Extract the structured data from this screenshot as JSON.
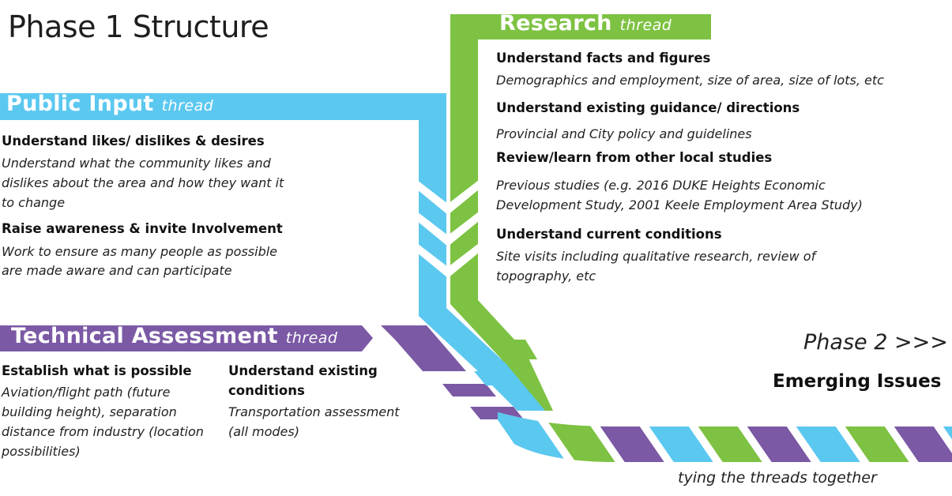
{
  "title": "Phase 1 Structure",
  "colors": {
    "public": "#5bc8f0",
    "research": "#7dc242",
    "technical": "#7b59a5"
  },
  "threads": {
    "research": {
      "name": "Research",
      "word": "thread",
      "items": [
        {
          "heading": "Understand facts and figures",
          "desc": [
            "Demographics and employment, size of area, size of lots, etc"
          ]
        },
        {
          "heading": "Understand existing guidance/ directions",
          "desc": [
            "Provincial and City policy and guidelines"
          ]
        },
        {
          "heading": "Review/learn from other local studies",
          "desc": [
            "Previous studies (e.g. 2016 DUKE Heights Economic",
            "Development Study, 2001 Keele Employment Area Study)"
          ]
        },
        {
          "heading": "Understand current conditions",
          "desc": [
            "Site visits including qualitative research, review of",
            "topography, etc"
          ]
        }
      ]
    },
    "public": {
      "name": "Public Input",
      "word": "thread",
      "items": [
        {
          "heading": "Understand likes/ dislikes & desires",
          "desc": [
            "Understand what the community likes and",
            "dislikes about the area and how they want it",
            "to change"
          ]
        },
        {
          "heading": "Raise awareness & invite Involvement",
          "desc": [
            "Work to ensure as many people as possible",
            "are made aware and can participate"
          ]
        }
      ]
    },
    "technical": {
      "name": "Technical Assessment",
      "word": "thread",
      "items": [
        {
          "heading": "Establish what is possible",
          "desc": [
            "Aviation/flight path (future",
            "building height), separation",
            "distance from industry (location",
            "possibilities)"
          ]
        },
        {
          "heading": [
            "Understand existing",
            "conditions"
          ],
          "desc": [
            "Transportation assessment",
            "(all modes)"
          ]
        }
      ]
    }
  },
  "phase2": "Phase 2 >>>",
  "emerging": "Emerging Issues",
  "tying": "tying the threads together"
}
